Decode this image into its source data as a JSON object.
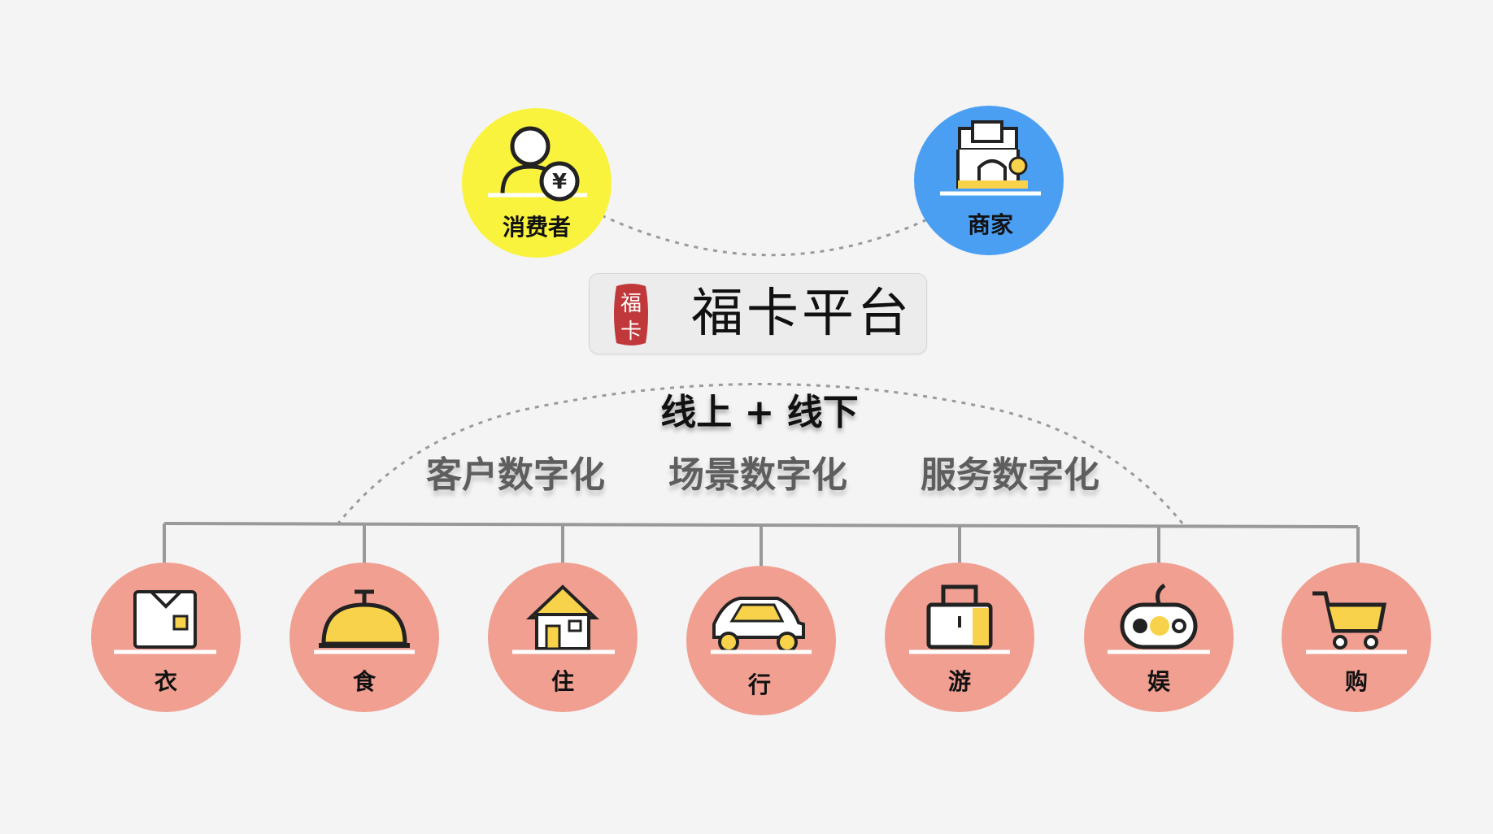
{
  "top_nodes": [
    {
      "label": "消费者",
      "icon": "consumer-yen-icon",
      "color": "#f9f33e"
    },
    {
      "label": "商家",
      "icon": "storefront-icon",
      "color": "#4b9ff2"
    }
  ],
  "platform": {
    "name": "福卡平台",
    "seal_text": [
      "福",
      "卡"
    ],
    "seal_color": "#c0383a"
  },
  "tagline": "线上 + 线下",
  "themes": [
    "客户数字化",
    "场景数字化",
    "服务数字化"
  ],
  "categories": [
    {
      "label": "衣",
      "icon": "shirt-icon"
    },
    {
      "label": "食",
      "icon": "food-cloche-icon"
    },
    {
      "label": "住",
      "icon": "house-icon"
    },
    {
      "label": "行",
      "icon": "car-icon"
    },
    {
      "label": "游",
      "icon": "suitcase-icon"
    },
    {
      "label": "娱",
      "icon": "game-controller-icon"
    },
    {
      "label": "购",
      "icon": "shopping-cart-icon"
    }
  ],
  "colors": {
    "category_circle": "#f09f91",
    "accent_yellow": "#f7d24a",
    "connector": "#999999"
  }
}
